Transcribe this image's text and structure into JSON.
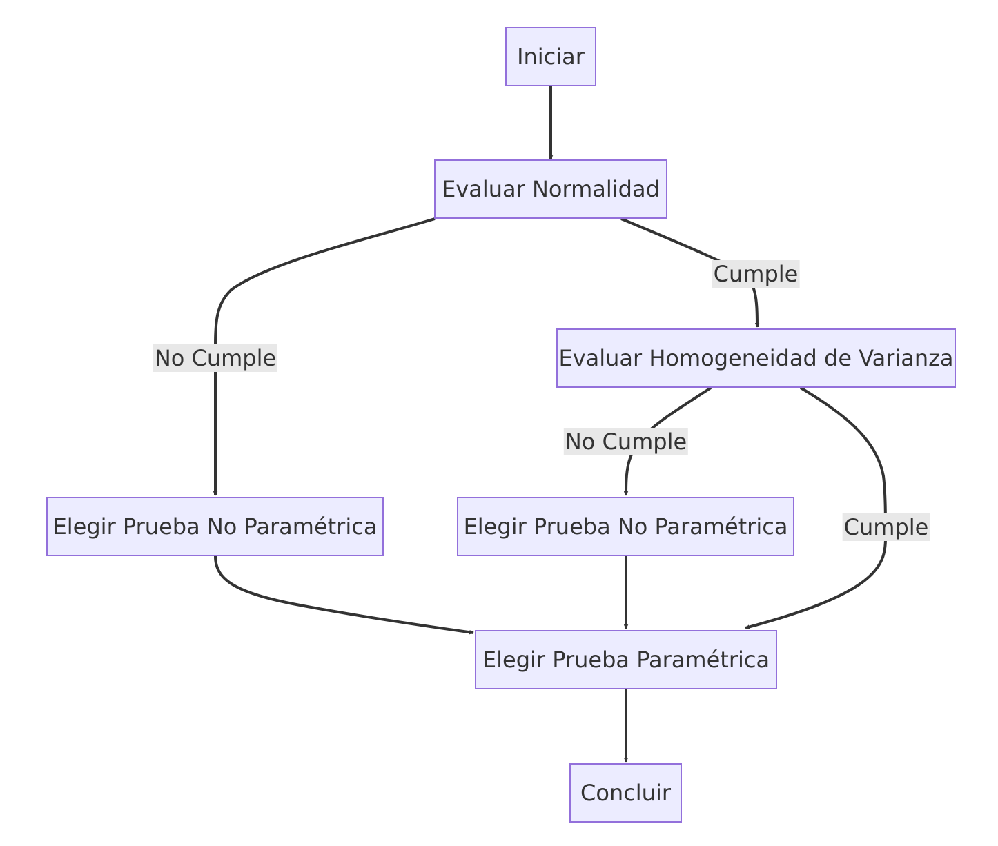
{
  "nodes": {
    "start": "Iniciar",
    "normality": "Evaluar Normalidad",
    "variance": "Evaluar Homogeneidad de Varianza",
    "nonparam_left": "Elegir Prueba No Paramétrica",
    "nonparam_mid": "Elegir Prueba No Paramétrica",
    "param": "Elegir Prueba Paramétrica",
    "conclude": "Concluir"
  },
  "edge_labels": {
    "normality_fail": "No Cumple",
    "normality_pass": "Cumple",
    "variance_fail": "No Cumple",
    "variance_pass": "Cumple"
  },
  "colors": {
    "node_fill": "#ECECFF",
    "node_border": "#9370DB",
    "edge": "#333333",
    "label_bg": "#E8E8E8",
    "text": "#333333"
  }
}
